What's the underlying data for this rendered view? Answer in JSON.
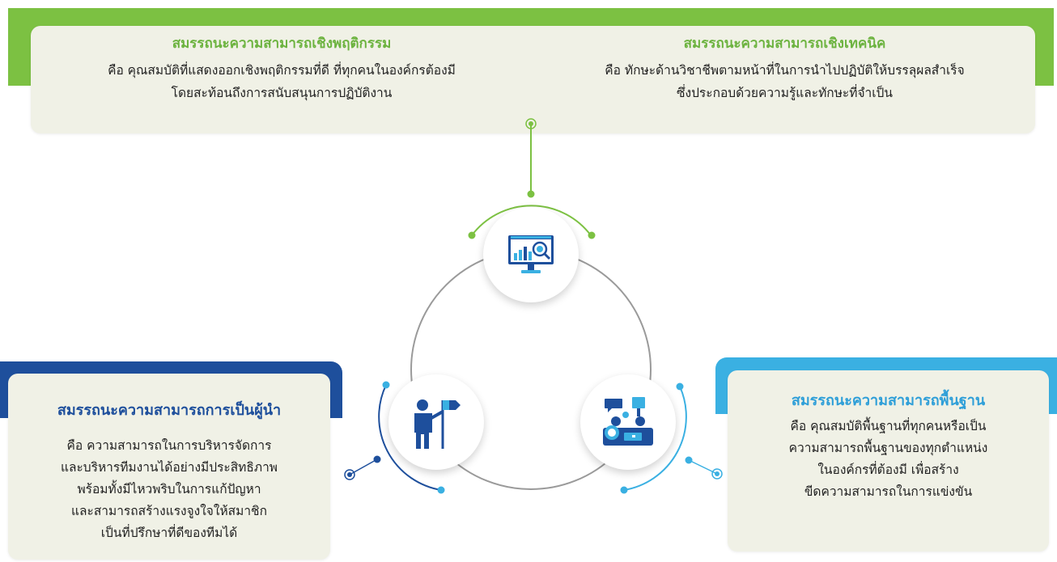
{
  "colors": {
    "green": "#7cc142",
    "blue": "#1e4f9c",
    "cyan": "#3ab0e2",
    "card": "#f0f1e6",
    "circle": "#9a9a9a"
  },
  "behavioral": {
    "title": "สมรรถนะความสามารถเชิงพฤติกรรม",
    "line1": "คือ คุณสมบัติที่แสดงออกเชิงพฤติกรรมที่ดี ที่ทุกคนในองค์กรต้องมี",
    "line2": "โดยสะท้อนถึงการสนับสนุนการปฏิบัติงาน"
  },
  "technical": {
    "title": "สมรรถนะความสามารถเชิงเทคนิค",
    "line1": "คือ ทักษะด้านวิชาชีพตามหน้าที่ในการนำไปปฏิบัติให้บรรลุผลสำเร็จ",
    "line2": "ซึ่งประกอบด้วยความรู้และทักษะที่จำเป็น"
  },
  "leadership": {
    "title": "สมรรถนะความสามารถการเป็นผู้นำ",
    "lines": [
      "คือ ความสามารถในการบริหารจัดการ",
      "และบริหารทีมงานได้อย่างมีประสิทธิภาพ",
      "พร้อมทั้งมีไหวพริบในการแก้ปัญหา",
      "และสามารถสร้างแรงจูงใจให้สมาชิก",
      "เป็นที่ปรึกษาที่ดีของทีมได้"
    ]
  },
  "basic": {
    "title": "สมรรถนะความสามารถพื้นฐาน",
    "lines": [
      "คือ คุณสมบัติพื้นฐานที่ทุกคนหรือเป็น",
      "ความสามารถพื้นฐานของทุกตำแหน่ง",
      "ในองค์กรที่ต้องมี เพื่อสร้าง",
      "ขีดความสามารถในการแข่งขัน"
    ]
  },
  "icons": {
    "top": "monitor-analytics-icon",
    "left": "leader-flag-icon",
    "right": "teamwork-icon"
  }
}
